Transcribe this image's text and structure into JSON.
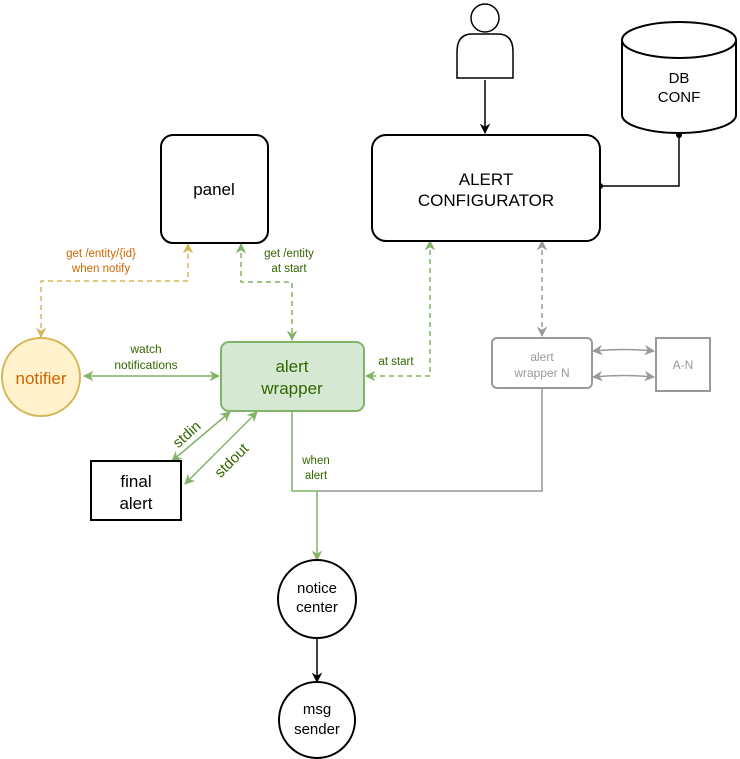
{
  "nodes": {
    "panel": "panel",
    "alert_configurator_line1": "ALERT",
    "alert_configurator_line2": "CONFIGURATOR",
    "db_line1": "DB",
    "db_line2": "CONF",
    "notifier": "notifier",
    "alert_wrapper_line1": "alert",
    "alert_wrapper_line2": "wrapper",
    "alert_wrapper_n_line1": "alert",
    "alert_wrapper_n_line2": "wrapper N",
    "a_n": "A-N",
    "final_alert_line1": "final",
    "final_alert_line2": "alert",
    "notice_center_line1": "notice",
    "notice_center_line2": "center",
    "msg_sender_line1": "msg",
    "msg_sender_line2": "sender"
  },
  "edge_labels": {
    "get_entity_id_line1": "get /entity/{id}",
    "get_entity_id_line2": "when notify",
    "get_entity_line1": "get /entity",
    "get_entity_line2": "at start",
    "watch_line1": "watch",
    "watch_line2": "notifications",
    "at_start": "at start",
    "stdin": "stdin",
    "stdout": "stdout",
    "when_alert_line1": "when",
    "when_alert_line2": "alert"
  },
  "colors": {
    "black": "#000000",
    "green": "#82b366",
    "green_text": "#336600",
    "green_fill": "#d5e8d4",
    "orange": "#d6b656",
    "orange_text": "#cc6600",
    "orange_fill": "#fff2cc",
    "gray": "#999999",
    "gray_text": "#999999"
  }
}
